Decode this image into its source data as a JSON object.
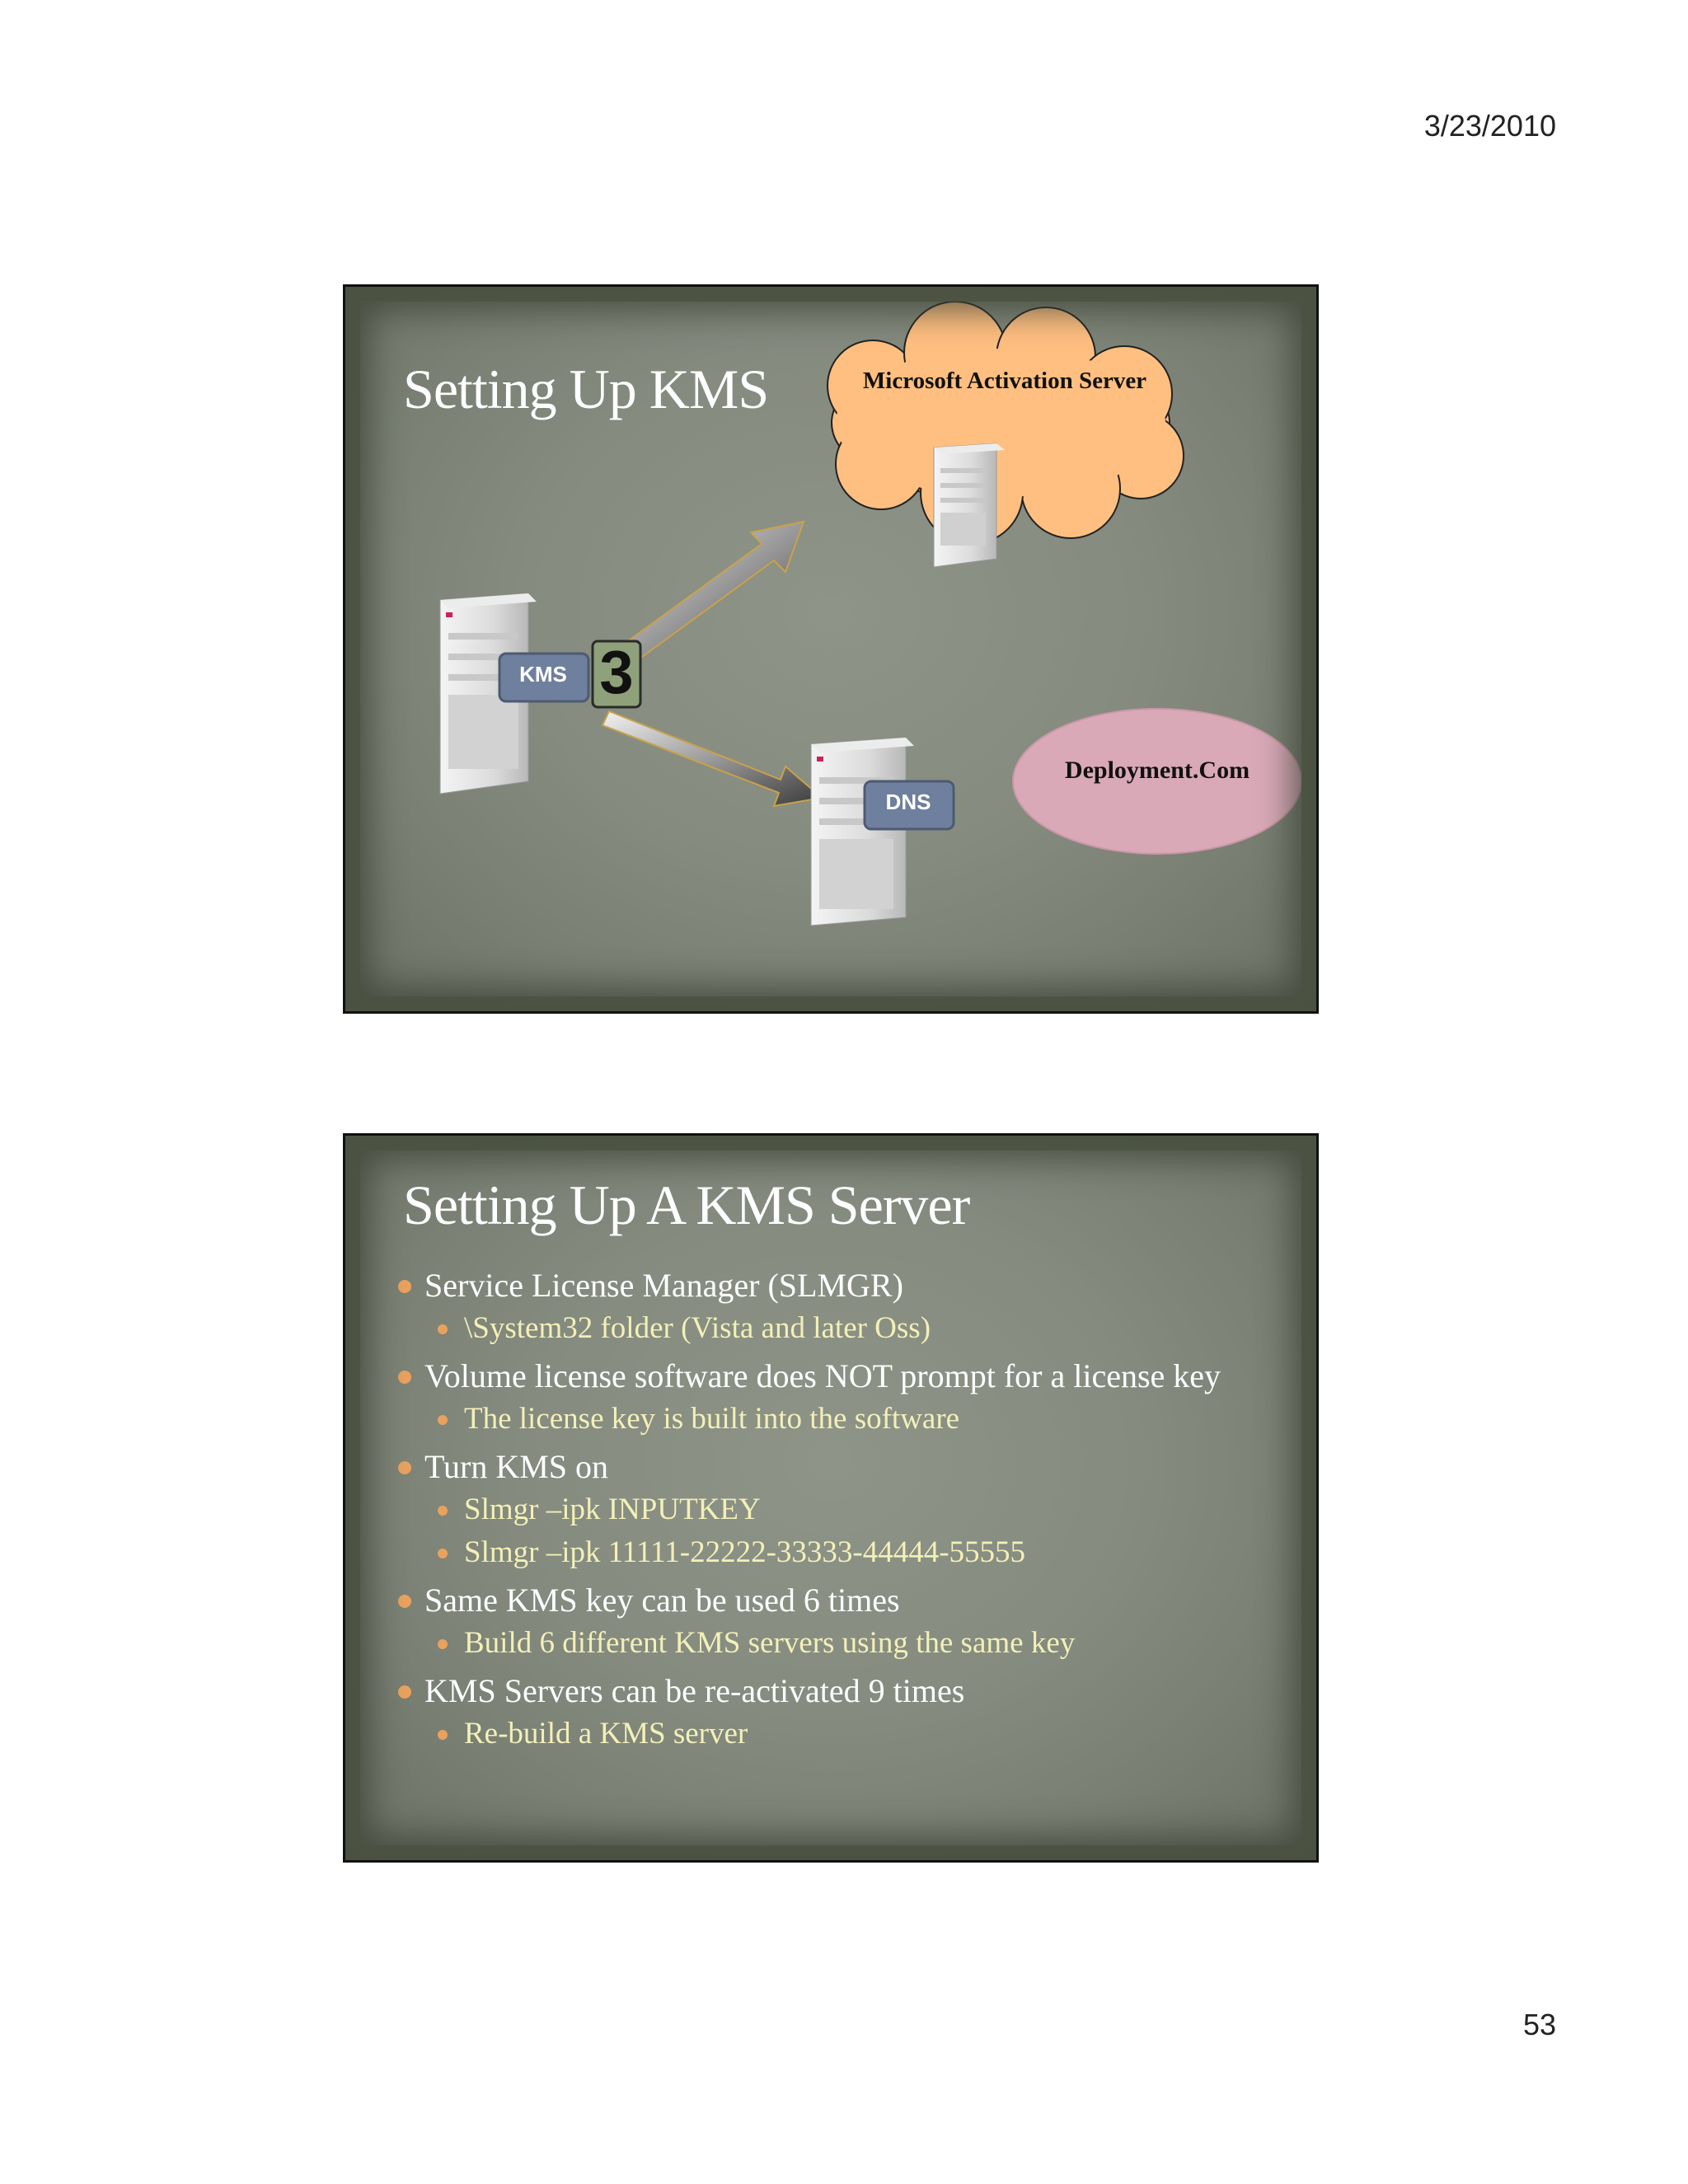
{
  "header": {
    "date": "3/23/2010"
  },
  "footer": {
    "page_number": "53"
  },
  "slide1": {
    "title": "Setting Up KMS",
    "cloud_label": "Microsoft Activation Server",
    "ellipse_label": "Deployment.Com",
    "kms_label": "KMS",
    "dns_label": "DNS",
    "step_label": "3"
  },
  "slide2": {
    "title": "Setting Up A KMS Server",
    "bullets": [
      {
        "text": "Service License Manager (SLMGR)",
        "subs": [
          "\\System32 folder (Vista and later Oss)"
        ]
      },
      {
        "text": "Volume license software does NOT prompt for a license key",
        "subs": [
          "The license key is built into the software"
        ]
      },
      {
        "text": "Turn KMS on",
        "subs": [
          "Slmgr –ipk INPUTKEY",
          "Slmgr –ipk 11111-22222-33333-44444-55555"
        ]
      },
      {
        "text": "Same KMS key can be used 6 times",
        "subs": [
          "Build 6 different KMS servers using the same key"
        ]
      },
      {
        "text": "KMS Servers can be re-activated 9 times",
        "subs": [
          "Re-build a KMS server"
        ]
      }
    ]
  },
  "colors": {
    "slide_bg": "#858b7f",
    "cloud_fill": "#ffbf80",
    "ellipse_fill": "#d9a9b8",
    "label_box": "#6f7f9e",
    "bullet": "#e9a25e",
    "sub_text": "#f3f0b8"
  }
}
